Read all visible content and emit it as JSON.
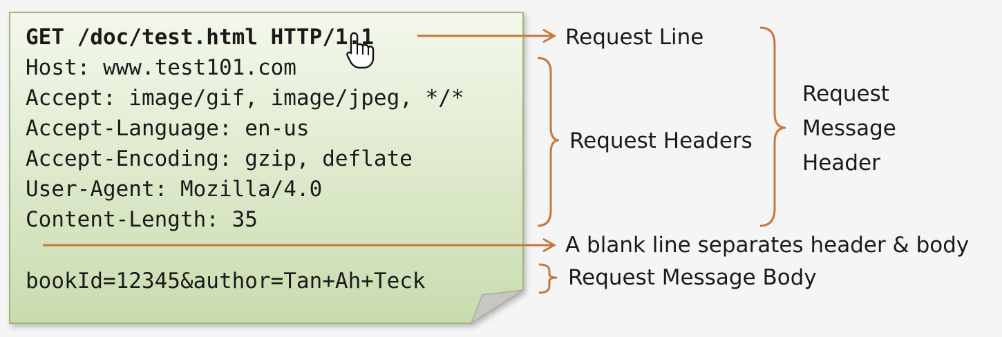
{
  "colors": {
    "note_fill_top": "#f4f8ec",
    "note_fill_bottom": "#c9dcae",
    "note_border": "#9cb87c",
    "arrow": "#c8763a"
  },
  "code": {
    "request_line": "GET /doc/test.html HTTP/1.1",
    "headers": [
      "Host: www.test101.com",
      "Accept: image/gif, image/jpeg, */*",
      "Accept-Language: en-us",
      "Accept-Encoding: gzip, deflate",
      "User-Agent: Mozilla/4.0",
      "Content-Length: 35"
    ],
    "body": "bookId=12345&author=Tan+Ah+Teck"
  },
  "labels": {
    "request_line": "Request Line",
    "request_headers": "Request Headers",
    "message_header": [
      "Request",
      "Message",
      "Header"
    ],
    "blank_line": "A blank line separates header & body",
    "message_body": "Request Message Body"
  },
  "icons": {
    "cursor": "hand-pointer-icon"
  }
}
